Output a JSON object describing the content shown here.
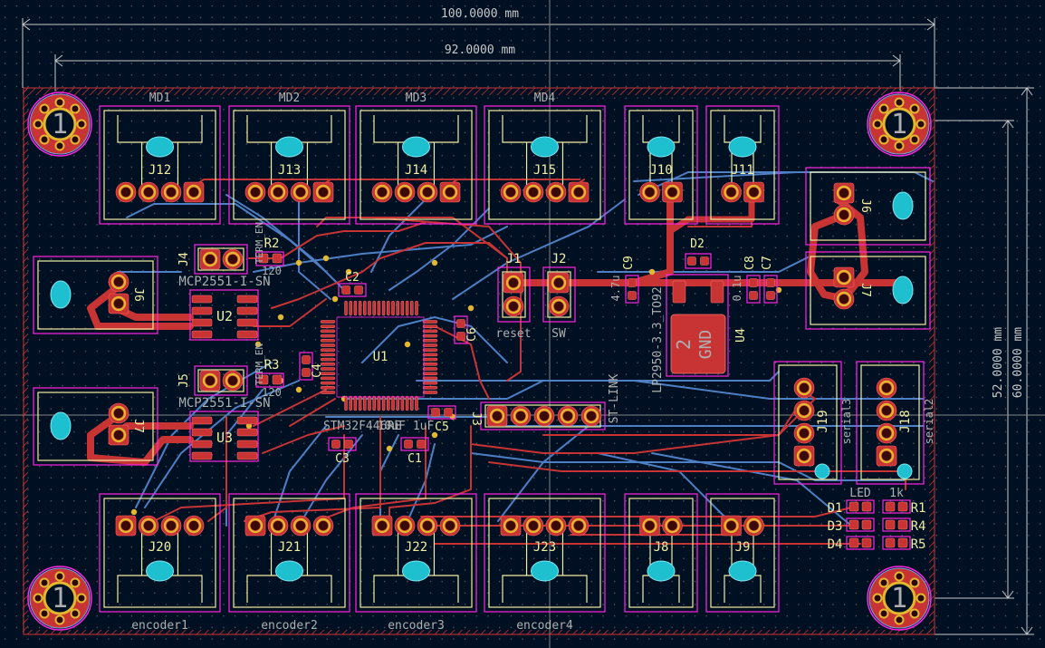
{
  "app": {
    "name": "PCB Editor",
    "view": "board-layout"
  },
  "colors": {
    "background": "#001023",
    "grid": "#848484",
    "front_copper": "#c83434",
    "back_copper": "#4d7fc4",
    "silkscreen": "#f2eda1",
    "fabrication": "#afafaf",
    "courtyard": "#ff26e2",
    "edge_cuts": "#d0d2cd",
    "pad_drill": "#e3b72e",
    "npth_hole": "#1ec0d0",
    "keepout_hatch": "#d03434",
    "dimension": "#c8c8c8"
  },
  "dimensions": {
    "board_width": "100.0000 mm",
    "hole_spacing_x": "92.0000 mm",
    "hole_spacing_y": "52.0000 mm",
    "board_height": "60.0000 mm"
  },
  "mounting_holes": [
    {
      "id": "H-TL",
      "label": "1"
    },
    {
      "id": "H-TR",
      "label": "1"
    },
    {
      "id": "H-BL",
      "label": "1"
    },
    {
      "id": "H-BR",
      "label": "1"
    }
  ],
  "top_connectors": [
    {
      "ref": "J12",
      "value": "MD1",
      "pins": 4
    },
    {
      "ref": "J13",
      "value": "MD2",
      "pins": 4
    },
    {
      "ref": "J14",
      "value": "MD3",
      "pins": 4
    },
    {
      "ref": "J15",
      "value": "MD4",
      "pins": 4
    },
    {
      "ref": "J10",
      "value": "",
      "pins": 2
    },
    {
      "ref": "J11",
      "value": "",
      "pins": 2
    }
  ],
  "bottom_connectors": [
    {
      "ref": "J20",
      "value": "encoder1",
      "pins": 4
    },
    {
      "ref": "J21",
      "value": "encoder2",
      "pins": 4
    },
    {
      "ref": "J22",
      "value": "encoder3",
      "pins": 4
    },
    {
      "ref": "J23",
      "value": "encoder4",
      "pins": 4
    },
    {
      "ref": "J8",
      "value": "",
      "pins": 2
    },
    {
      "ref": "J9",
      "value": "",
      "pins": 2
    }
  ],
  "left_connectors": [
    {
      "ref": "J6",
      "pins": 2
    },
    {
      "ref": "J7",
      "pins": 2
    }
  ],
  "right_connectors": [
    {
      "ref": "J6",
      "pins": 2
    },
    {
      "ref": "J7",
      "pins": 2
    }
  ],
  "can": [
    {
      "ic_ref": "U2",
      "ic_value": "MCP2551-I-SN",
      "jumper_ref": "J4",
      "resistor_ref": "R2",
      "resistor_value": "120",
      "fab_text": "TERM_EN"
    },
    {
      "ic_ref": "U3",
      "ic_value": "MCP2551-I-SN",
      "jumper_ref": "J5",
      "resistor_ref": "R3",
      "resistor_value": "120",
      "fab_text": "TERM_EN"
    }
  ],
  "mcu": {
    "ref": "U1",
    "value": "STM32F446RE",
    "caps": [
      {
        "ref": "C1",
        "value": "1uF"
      },
      {
        "ref": "C2",
        "value": ""
      },
      {
        "ref": "C3",
        "value": ""
      },
      {
        "ref": "C4",
        "value": ""
      },
      {
        "ref": "C5",
        "value": ""
      },
      {
        "ref": "C6",
        "value": ""
      }
    ],
    "cap_row_label": "10uF  1uF"
  },
  "buttons": [
    {
      "ref": "J1",
      "value": "reset"
    },
    {
      "ref": "J2",
      "value": "SW"
    }
  ],
  "stlink": {
    "ref": "J3",
    "value": "ST-LINK",
    "pins": 5
  },
  "regulator": {
    "ref": "U4",
    "value": "LP2950-3.3_TO92",
    "pad_number": "2",
    "pad_name": "GND",
    "caps": [
      {
        "ref": "C9",
        "value": "4.7u"
      },
      {
        "ref": "C8",
        "value": "0.1u"
      },
      {
        "ref": "C7",
        "value": ""
      }
    ],
    "diode": "D2"
  },
  "serial": [
    {
      "ref": "J19",
      "value": "serial3",
      "pins": 4
    },
    {
      "ref": "J18",
      "value": "serial2",
      "pins": 4
    }
  ],
  "leds": {
    "led_value": "LED",
    "resistor_value": "1k",
    "rows": [
      {
        "led": "D1",
        "resistor": "R1"
      },
      {
        "led": "D3",
        "resistor": "R4"
      },
      {
        "led": "D4",
        "resistor": "R5"
      }
    ]
  }
}
